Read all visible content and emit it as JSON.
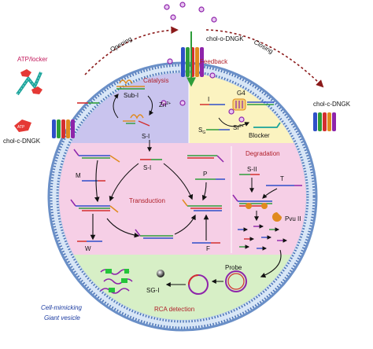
{
  "labels": {
    "chol_o_dngk": "chol-o-DNGK",
    "opening": "Opening",
    "closing": "Closing",
    "feedback": "Feedback",
    "atp_locker": "ATP/locker",
    "chol_c_dngk_left": "chol-c-DNGK",
    "chol_c_dngk_right": "chol-c-DNGK",
    "catalysis": "Catalysis",
    "sub_i": "Sub-I",
    "zn": "Zn",
    "zn_sup": "2+",
    "s_i_top": "S-I",
    "g4": "G4",
    "sr": "Sr",
    "sr_sup": "2+",
    "i_label": "I",
    "sg": "S",
    "sg_sub": "G",
    "blocker": "Blocker",
    "transduction": "Transduction",
    "s_i_mid": "S-I",
    "m": "M",
    "p": "P",
    "w": "W",
    "f": "F",
    "degradation": "Degradation",
    "s_ii": "S-II",
    "t": "T",
    "pvu_ii": "Pvu II",
    "probe": "Probe",
    "sg_i": "SG-I",
    "rca_detection": "RCA detection",
    "cell_mimicking": "Cell-mimicking",
    "giant_vesicle": "Giant vesicle",
    "atp_tag": "ATP"
  },
  "colors": {
    "catalysis_panel": "#c9c4ee",
    "feedback_panel": "#fbf3c0",
    "transduction_panel": "#f6cfe6",
    "rca_panel": "#d7efc6",
    "membrane_outer": "#6a8fc7",
    "membrane_inner": "#a9c3e6",
    "arrow_dashed": "#8b1a1a",
    "dna_red": "#d32f2f",
    "dna_green": "#2e9d3a",
    "dna_blue": "#2f4fc8",
    "dna_purple": "#8e24aa",
    "dna_orange": "#e08a1e"
  }
}
